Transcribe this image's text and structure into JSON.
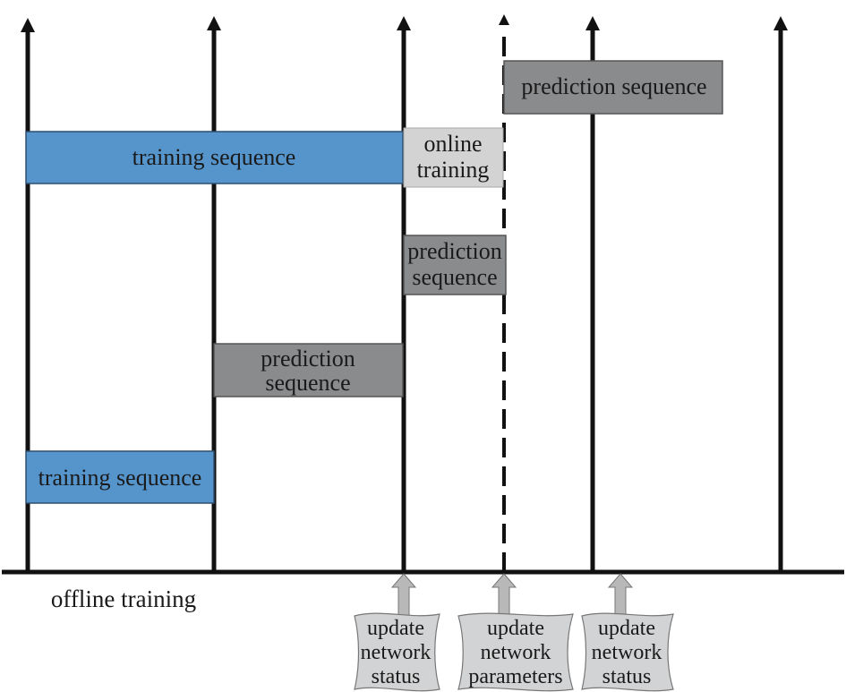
{
  "colors": {
    "axis": "#111111",
    "training": "#5595cc",
    "prediction": "#8a8b8d",
    "online": "#d3d3d3",
    "note_fill": "#d2d3d4",
    "arrow_fill": "#b8b8b8",
    "box_border": "#333333"
  },
  "diagram": {
    "caption": "offline training",
    "boxes": [
      {
        "kind": "training",
        "lines": [
          "training sequence"
        ]
      },
      {
        "kind": "prediction",
        "lines": [
          "prediction",
          "sequence"
        ]
      },
      {
        "kind": "training",
        "lines": [
          "training sequence"
        ]
      },
      {
        "kind": "prediction",
        "lines": [
          "prediction",
          "sequence"
        ]
      },
      {
        "kind": "online",
        "lines": [
          "online",
          "training"
        ]
      },
      {
        "kind": "prediction",
        "lines": [
          "prediction sequence"
        ]
      }
    ],
    "notes": [
      {
        "lines": [
          "update",
          "network",
          "status"
        ]
      },
      {
        "lines": [
          "update",
          "network",
          "parameters"
        ]
      },
      {
        "lines": [
          "update",
          "network",
          "status"
        ]
      }
    ]
  }
}
